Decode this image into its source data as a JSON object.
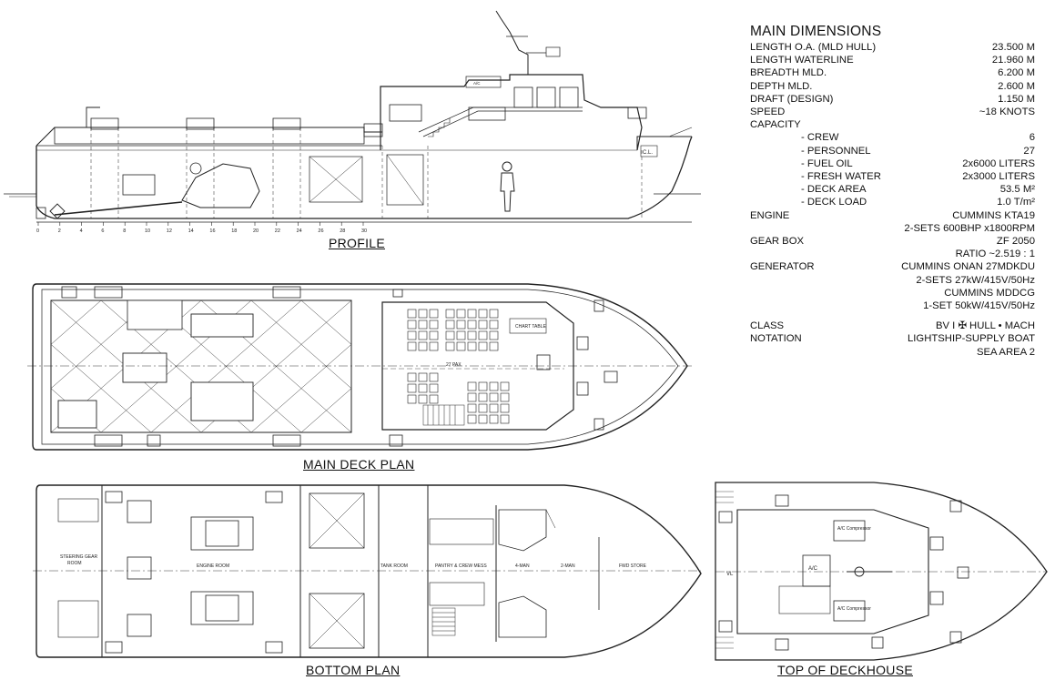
{
  "captions": {
    "profile": "PROFILE",
    "main_deck": "MAIN DECK PLAN",
    "bottom": "BOTTOM PLAN",
    "top_deckhouse": "TOP OF DECKHOUSE"
  },
  "spec": {
    "title": "MAIN DIMENSIONS",
    "rows": [
      {
        "label": "LENGTH O.A. (MLD HULL)",
        "value": "23.500 M"
      },
      {
        "label": "LENGTH WATERLINE",
        "value": "21.960 M"
      },
      {
        "label": "BREADTH MLD.",
        "value": "6.200 M"
      },
      {
        "label": "DEPTH MLD.",
        "value": "2.600 M"
      },
      {
        "label": "DRAFT (DESIGN)",
        "value": "1.150 M"
      },
      {
        "label": "SPEED",
        "value": "~18 KNOTS"
      },
      {
        "label": "CAPACITY",
        "value": ""
      },
      {
        "label": "- CREW",
        "value": "6",
        "indent": true
      },
      {
        "label": "- PERSONNEL",
        "value": "27",
        "indent": true
      },
      {
        "label": "- FUEL OIL",
        "value": "2x6000 LITERS",
        "indent": true
      },
      {
        "label": "- FRESH WATER",
        "value": "2x3000 LITERS",
        "indent": true
      },
      {
        "label": "- DECK AREA",
        "value": "53.5 M²",
        "indent": true
      },
      {
        "label": "- DECK LOAD",
        "value": "1.0 T/m²",
        "indent": true
      },
      {
        "label": "ENGINE",
        "value": "CUMMINS KTA19"
      },
      {
        "label": "",
        "value": "2-SETS 600BHP x1800RPM"
      },
      {
        "label": "GEAR BOX",
        "value": "ZF 2050"
      },
      {
        "label": "",
        "value": "RATIO ~2.519 : 1"
      },
      {
        "label": "GENERATOR",
        "value": "CUMMINS ONAN 27MDKDU"
      },
      {
        "label": "",
        "value": "2-SETS 27kW/415V/50Hz"
      },
      {
        "label": "",
        "value": "CUMMINS MDDCG"
      },
      {
        "label": "",
        "value": "1-SET 50kW/415V/50Hz"
      },
      {
        "label": "",
        "value": "",
        "gap": true
      },
      {
        "label": "CLASS",
        "value": "BV I ✠ HULL • MACH"
      },
      {
        "label": "NOTATION",
        "value": "LIGHTSHIP-SUPPLY BOAT"
      },
      {
        "label": "",
        "value": "SEA AREA 2"
      }
    ]
  },
  "labels": {
    "chart_table": "CHART TABLE",
    "pax": "27 PAX",
    "pantry": "PANTRY & CREW MESS",
    "engine_room": "ENGINE ROOM",
    "tank_room": "TANK ROOM",
    "steering_gear": "STEERING GEAR",
    "room": "ROOM",
    "four_man": "4-MAN",
    "two_man": "2-MAN",
    "fwd_store": "FWD STORE",
    "ac": "A/C",
    "ac_compressor": "A/C Compressor",
    "cl": "C.L.",
    "vl": "VL"
  },
  "frame_numbers": [
    "0",
    "2",
    "4",
    "6",
    "8",
    "10",
    "12",
    "14",
    "16",
    "18",
    "20",
    "22",
    "24",
    "26",
    "28",
    "30"
  ]
}
